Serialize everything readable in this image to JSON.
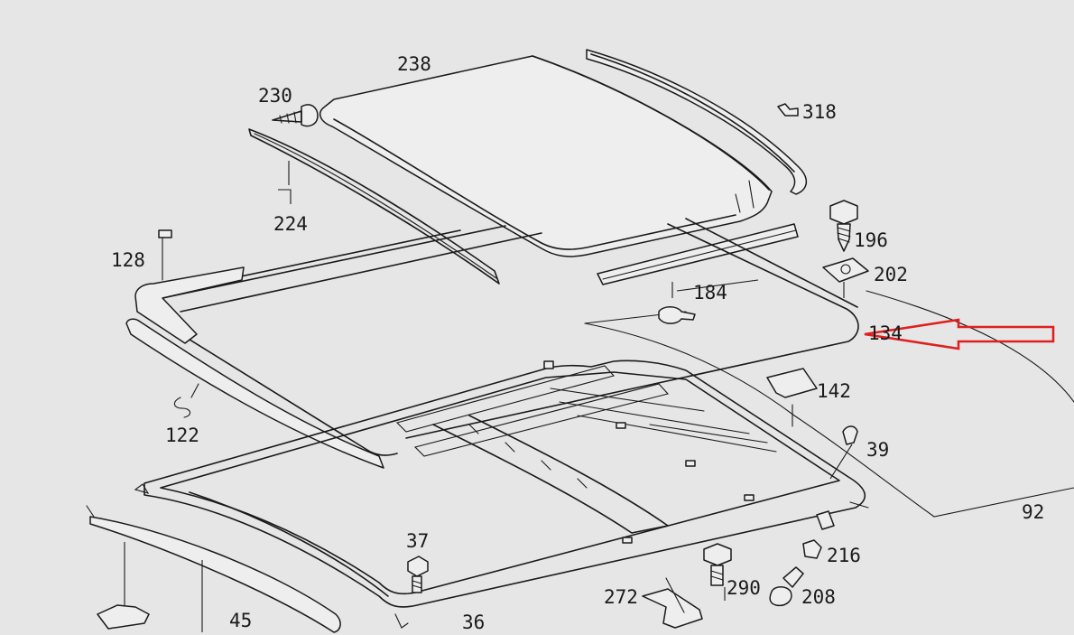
{
  "callouts": [
    {
      "id": "238",
      "label": "238"
    },
    {
      "id": "230",
      "label": "230"
    },
    {
      "id": "318",
      "label": "318"
    },
    {
      "id": "224",
      "label": "224"
    },
    {
      "id": "196",
      "label": "196"
    },
    {
      "id": "128",
      "label": "128"
    },
    {
      "id": "202",
      "label": "202"
    },
    {
      "id": "184",
      "label": "184"
    },
    {
      "id": "134",
      "label": "134"
    },
    {
      "id": "142",
      "label": "142"
    },
    {
      "id": "122",
      "label": "122"
    },
    {
      "id": "39",
      "label": "39"
    },
    {
      "id": "92",
      "label": "92"
    },
    {
      "id": "37",
      "label": "37"
    },
    {
      "id": "216",
      "label": "216"
    },
    {
      "id": "290",
      "label": "290"
    },
    {
      "id": "272",
      "label": "272"
    },
    {
      "id": "208",
      "label": "208"
    },
    {
      "id": "45",
      "label": "45"
    },
    {
      "id": "36",
      "label": "36"
    }
  ],
  "highlight": {
    "target": "134",
    "color": "#e02020"
  }
}
